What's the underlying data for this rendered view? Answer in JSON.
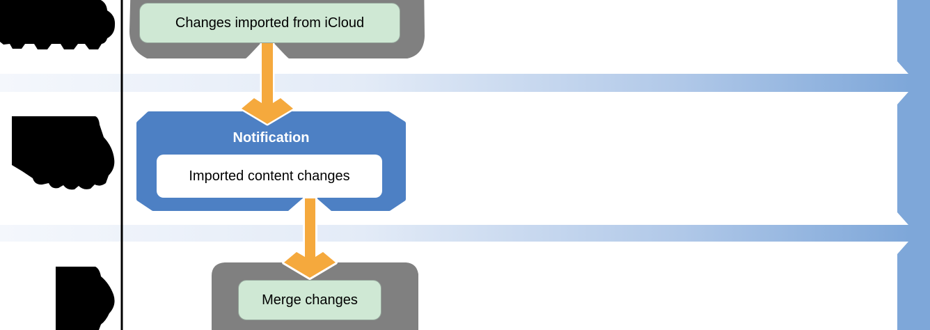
{
  "diagram": {
    "nodes": {
      "imported": {
        "label": "Changes imported from iCloud"
      },
      "notification": {
        "title": "Notification",
        "message": "Imported content changes"
      },
      "merge": {
        "label": "Merge changes"
      }
    },
    "colors": {
      "container_gray": "#808080",
      "node_green": "#cfe8d4",
      "node_green_border": "#93a399",
      "notification_blue": "#4d80c4",
      "arrow_orange": "#f5a93d",
      "rail_blue": "#7ea7d9",
      "band_light": "#f4f7fc",
      "band_mid": "#e3ebf7",
      "band_deep": "#b0c8e8",
      "divider_black": "#000000",
      "text_black": "#000000",
      "text_white": "#ffffff"
    }
  }
}
